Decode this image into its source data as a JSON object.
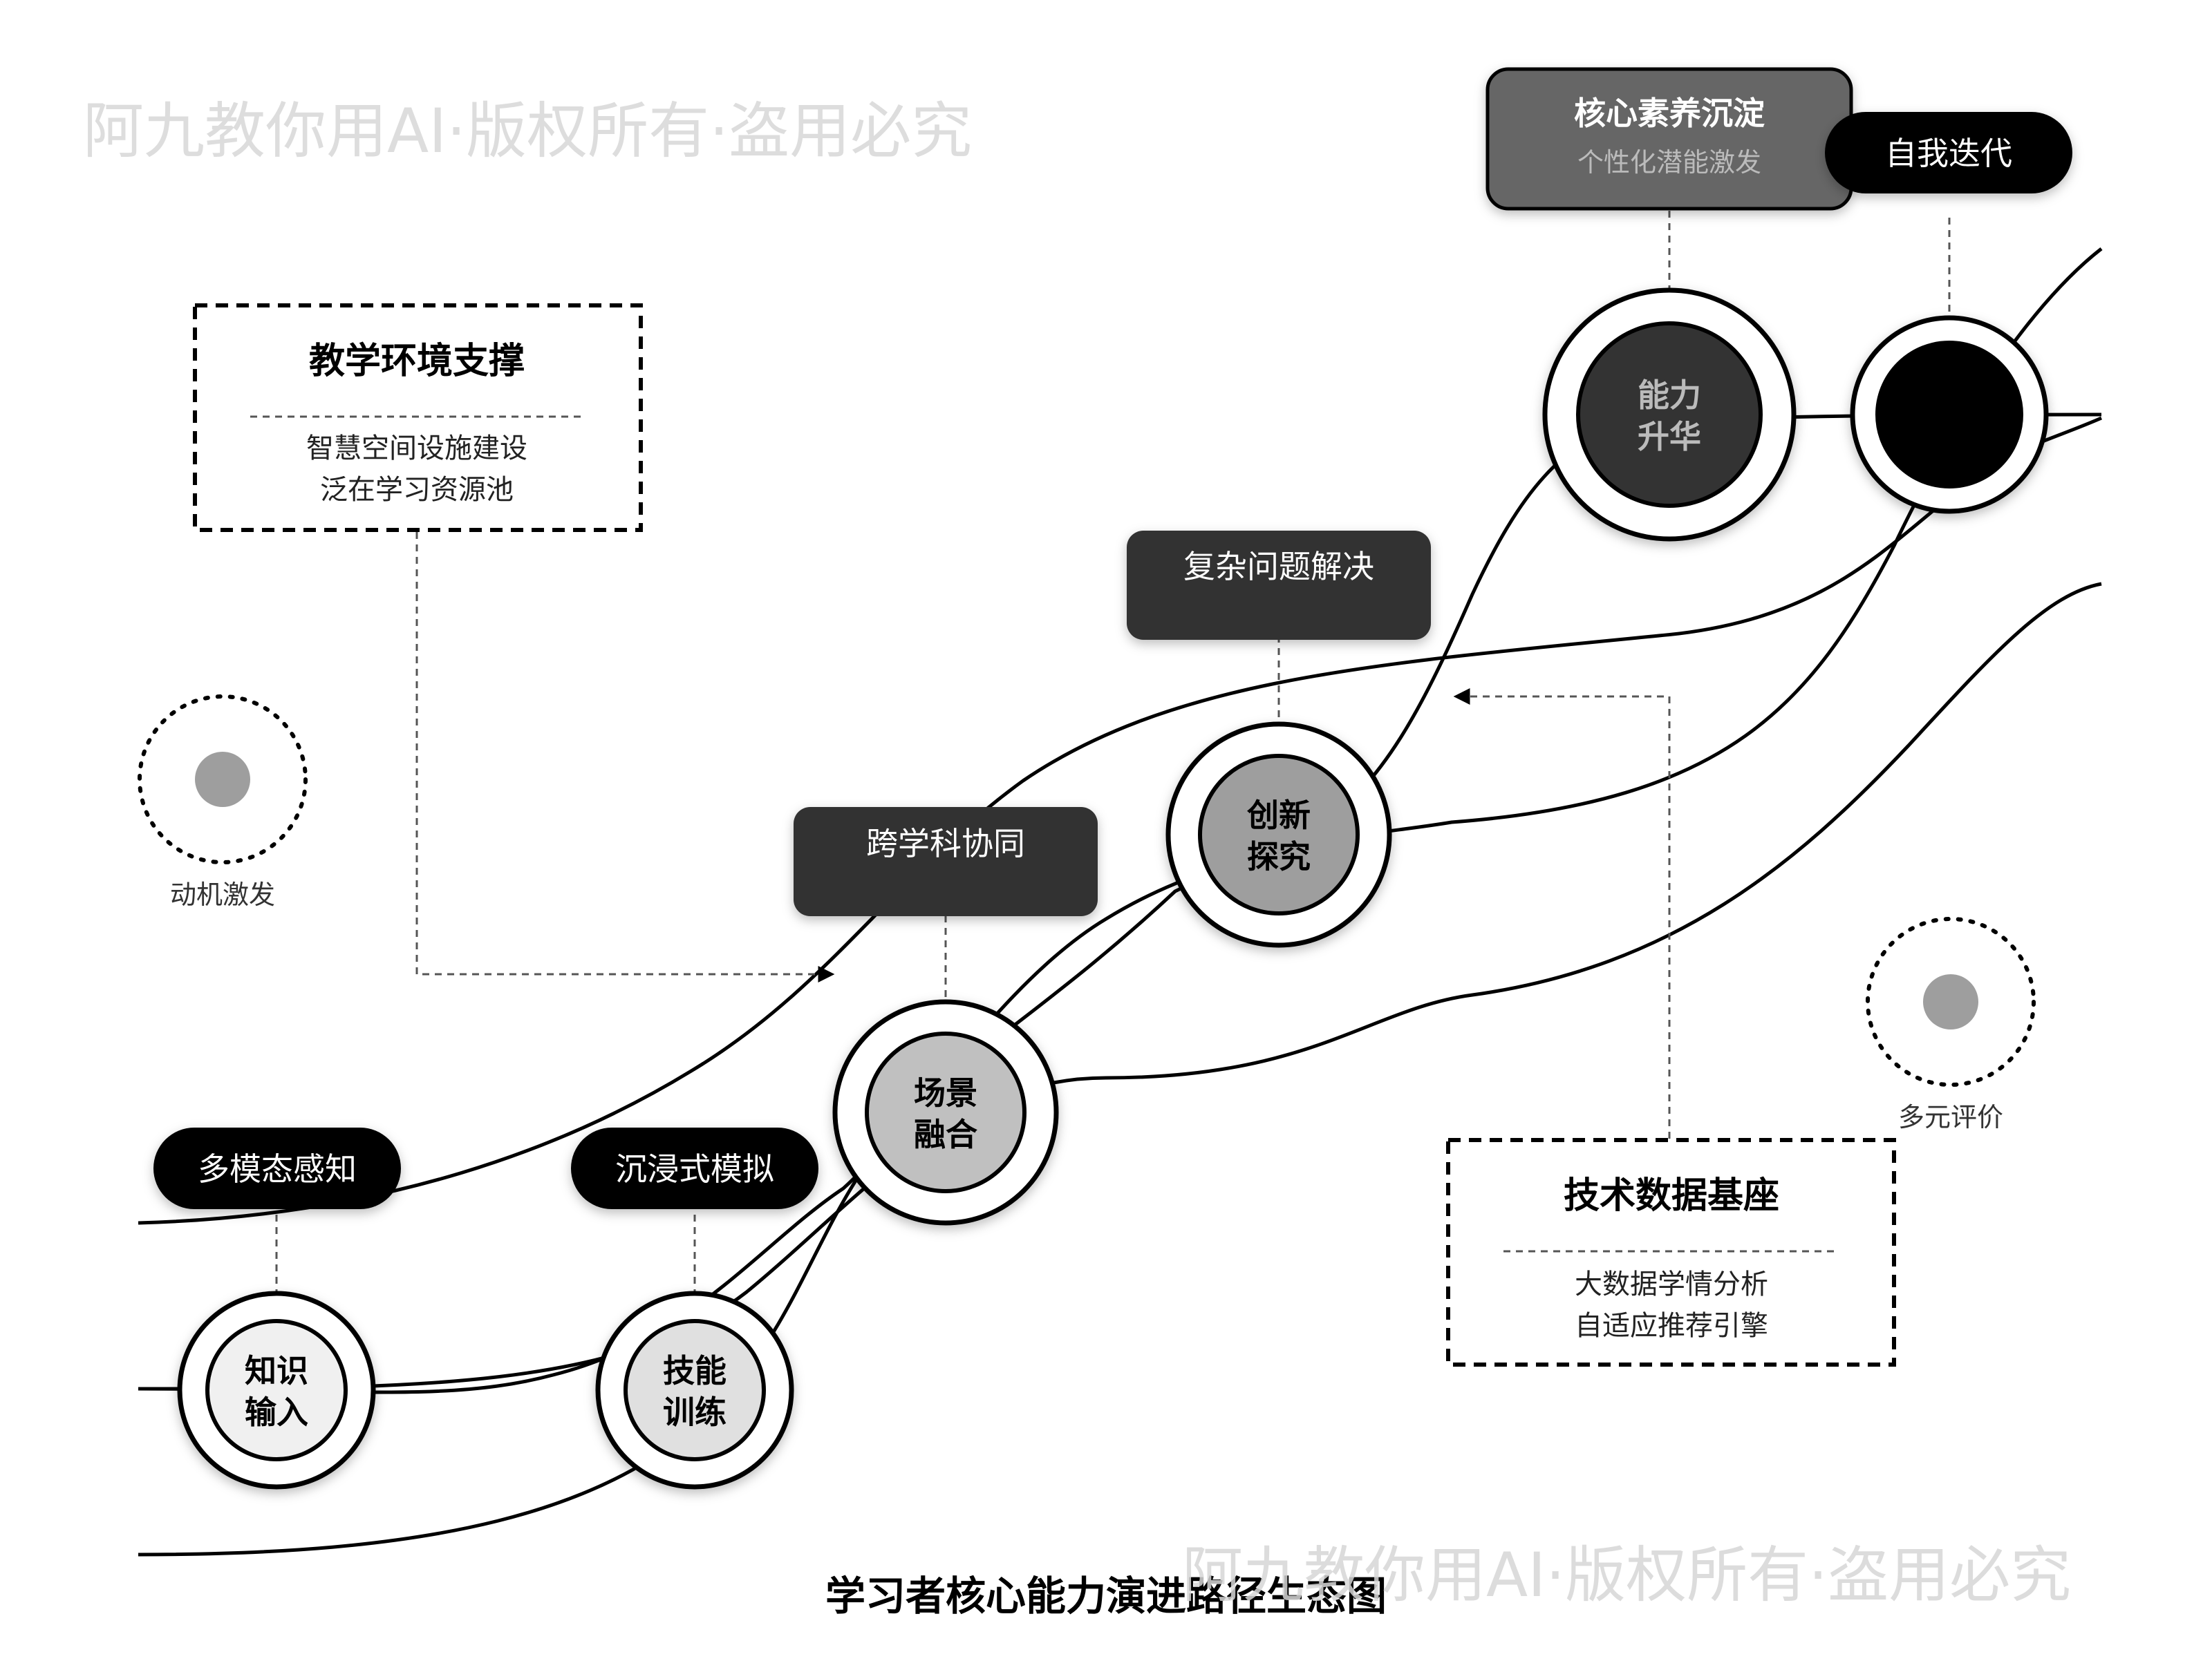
{
  "watermark": "阿九教你用AI·版权所有·盗用必究",
  "title": "学习者核心能力演进路径生态图",
  "stations": [
    {
      "id": "s1",
      "line1": "知识",
      "line2": "输入",
      "fill": "#f0f0f0",
      "text_color": "#000000",
      "label": "多模态感知",
      "label_style": "black"
    },
    {
      "id": "s2",
      "line1": "技能",
      "line2": "训练",
      "fill": "#e0e0e0",
      "text_color": "#000000",
      "label": "沉浸式模拟",
      "label_style": "black"
    },
    {
      "id": "s3",
      "line1": "场景",
      "line2": "融合",
      "fill": "#c0c0c0",
      "text_color": "#000000",
      "label": "跨学科协同",
      "label_style": "dark"
    },
    {
      "id": "s4",
      "line1": "创新",
      "line2": "探究",
      "fill": "#9e9e9e",
      "text_color": "#000000",
      "label": "复杂问题解决",
      "label_style": "dark"
    },
    {
      "id": "s5",
      "line1": "能力",
      "line2": "升华",
      "fill": "#333333",
      "text_color": "#bbbbbb",
      "label": "核心素养沉淀",
      "sublabel": "个性化潜能激发",
      "label_style": "grey"
    },
    {
      "id": "s6",
      "line1": "",
      "line2": "",
      "fill": "#000000",
      "text_color": "#ffffff",
      "label": "自我迭代",
      "label_style": "black"
    }
  ],
  "support_boxes": [
    {
      "id": "env",
      "title": "教学环境支撑",
      "items": [
        "智慧空间设施建设",
        "泛在学习资源池"
      ]
    },
    {
      "id": "tech",
      "title": "技术数据基座",
      "items": [
        "大数据学情分析",
        "自适应推荐引擎"
      ]
    }
  ],
  "indicators": [
    {
      "id": "motivation",
      "label": "动机激发"
    },
    {
      "id": "evaluation",
      "label": "多元评价"
    }
  ],
  "colors": {
    "line": "#000000",
    "label_black": "#000000",
    "label_dark": "#333333",
    "label_grey": "#666666",
    "indicator_dot": "#9e9e9e",
    "watermark": "#dddddd"
  }
}
